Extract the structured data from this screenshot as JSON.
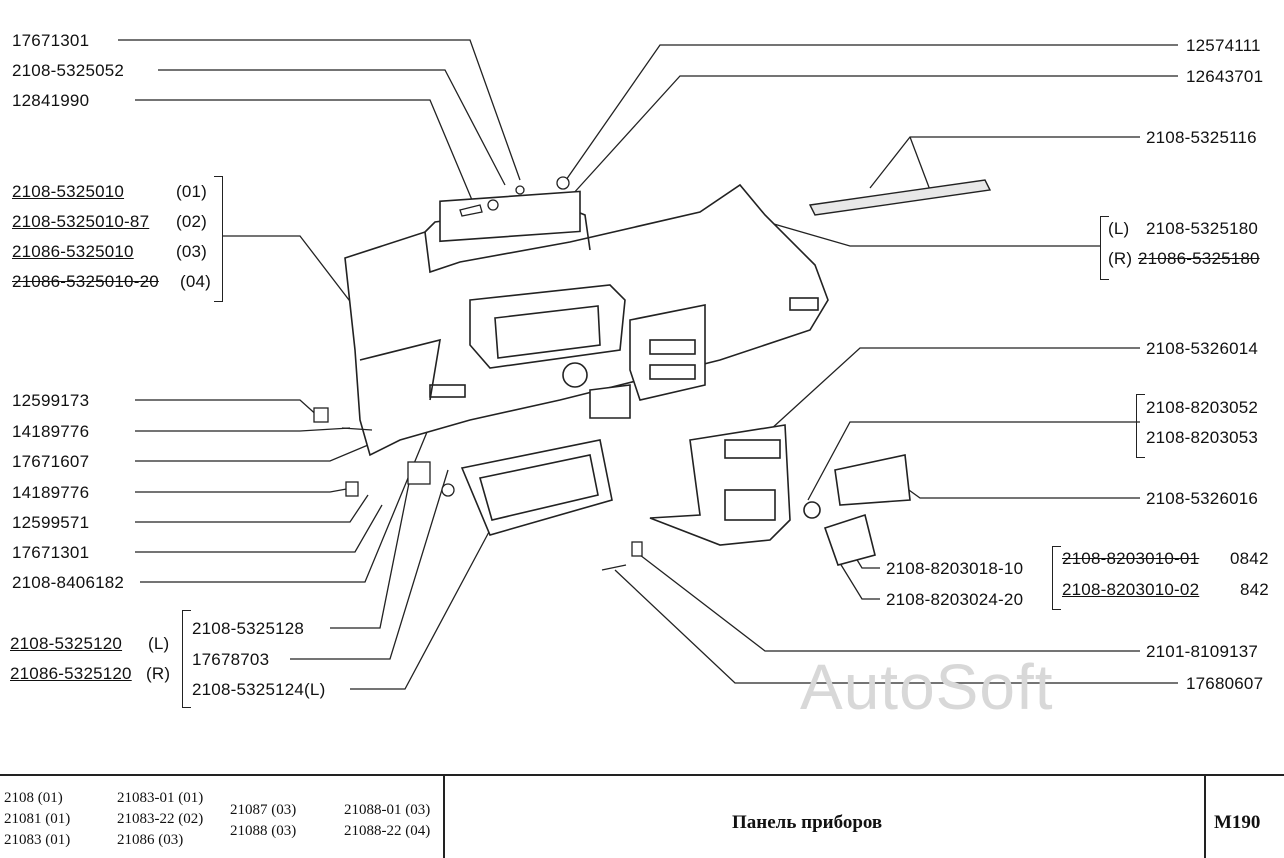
{
  "left_labels": {
    "l1": "17671301",
    "l2": "2108-5325052",
    "l3": "12841990",
    "g1_a": "2108-5325010",
    "g1_a_note": "(01)",
    "g1_b": "2108-5325010-87",
    "g1_b_note": "(02)",
    "g1_c": "21086-5325010",
    "g1_c_note": "(03)",
    "g1_d": "21086-5325010-20",
    "g1_d_note": "(04)",
    "l4": "12599173",
    "l5": "14189776",
    "l6": "17671607",
    "l7": "14189776",
    "l8": "12599571",
    "l9": "17671301",
    "l10": "2108-8406182",
    "g2_a": "2108-5325120",
    "g2_a_note": "(L)",
    "g2_b": "21086-5325120",
    "g2_b_note": "(R)",
    "g2_c": "2108-5325128",
    "g2_d": "17678703",
    "g2_e": "2108-5325124(L)"
  },
  "right_labels": {
    "r1": "12574111",
    "r2": "12643701",
    "r3": "2108-5325116",
    "g3_a_prefix": "(L)",
    "g3_a": "2108-5325180",
    "g3_b_prefix": "(R)",
    "g3_b": "21086-5325180",
    "r4": "2108-5326014",
    "g4_a": "2108-8203052",
    "g4_b": "2108-8203053",
    "r5": "2108-5326016",
    "r6": "2108-8203018-10",
    "r7": "2108-8203024-20",
    "g5_a": "2108-8203010-01",
    "g5_a_note": "0842",
    "g5_b": "2108-8203010-02",
    "g5_b_note": "842",
    "r8": "2101-8109137",
    "r9": "17680607"
  },
  "watermark": "AutoSoft",
  "footer": {
    "col1": [
      "2108 (01)",
      "21081 (01)",
      "21083 (01)"
    ],
    "col2": [
      "21083-01 (01)",
      "21083-22 (02)",
      "21086 (03)"
    ],
    "col3": [
      "21087 (03)",
      "21088 (03)"
    ],
    "col4": [
      "21088-01 (03)",
      "21088-22 (04)"
    ],
    "title": "Панель приборов",
    "code": "M190"
  }
}
